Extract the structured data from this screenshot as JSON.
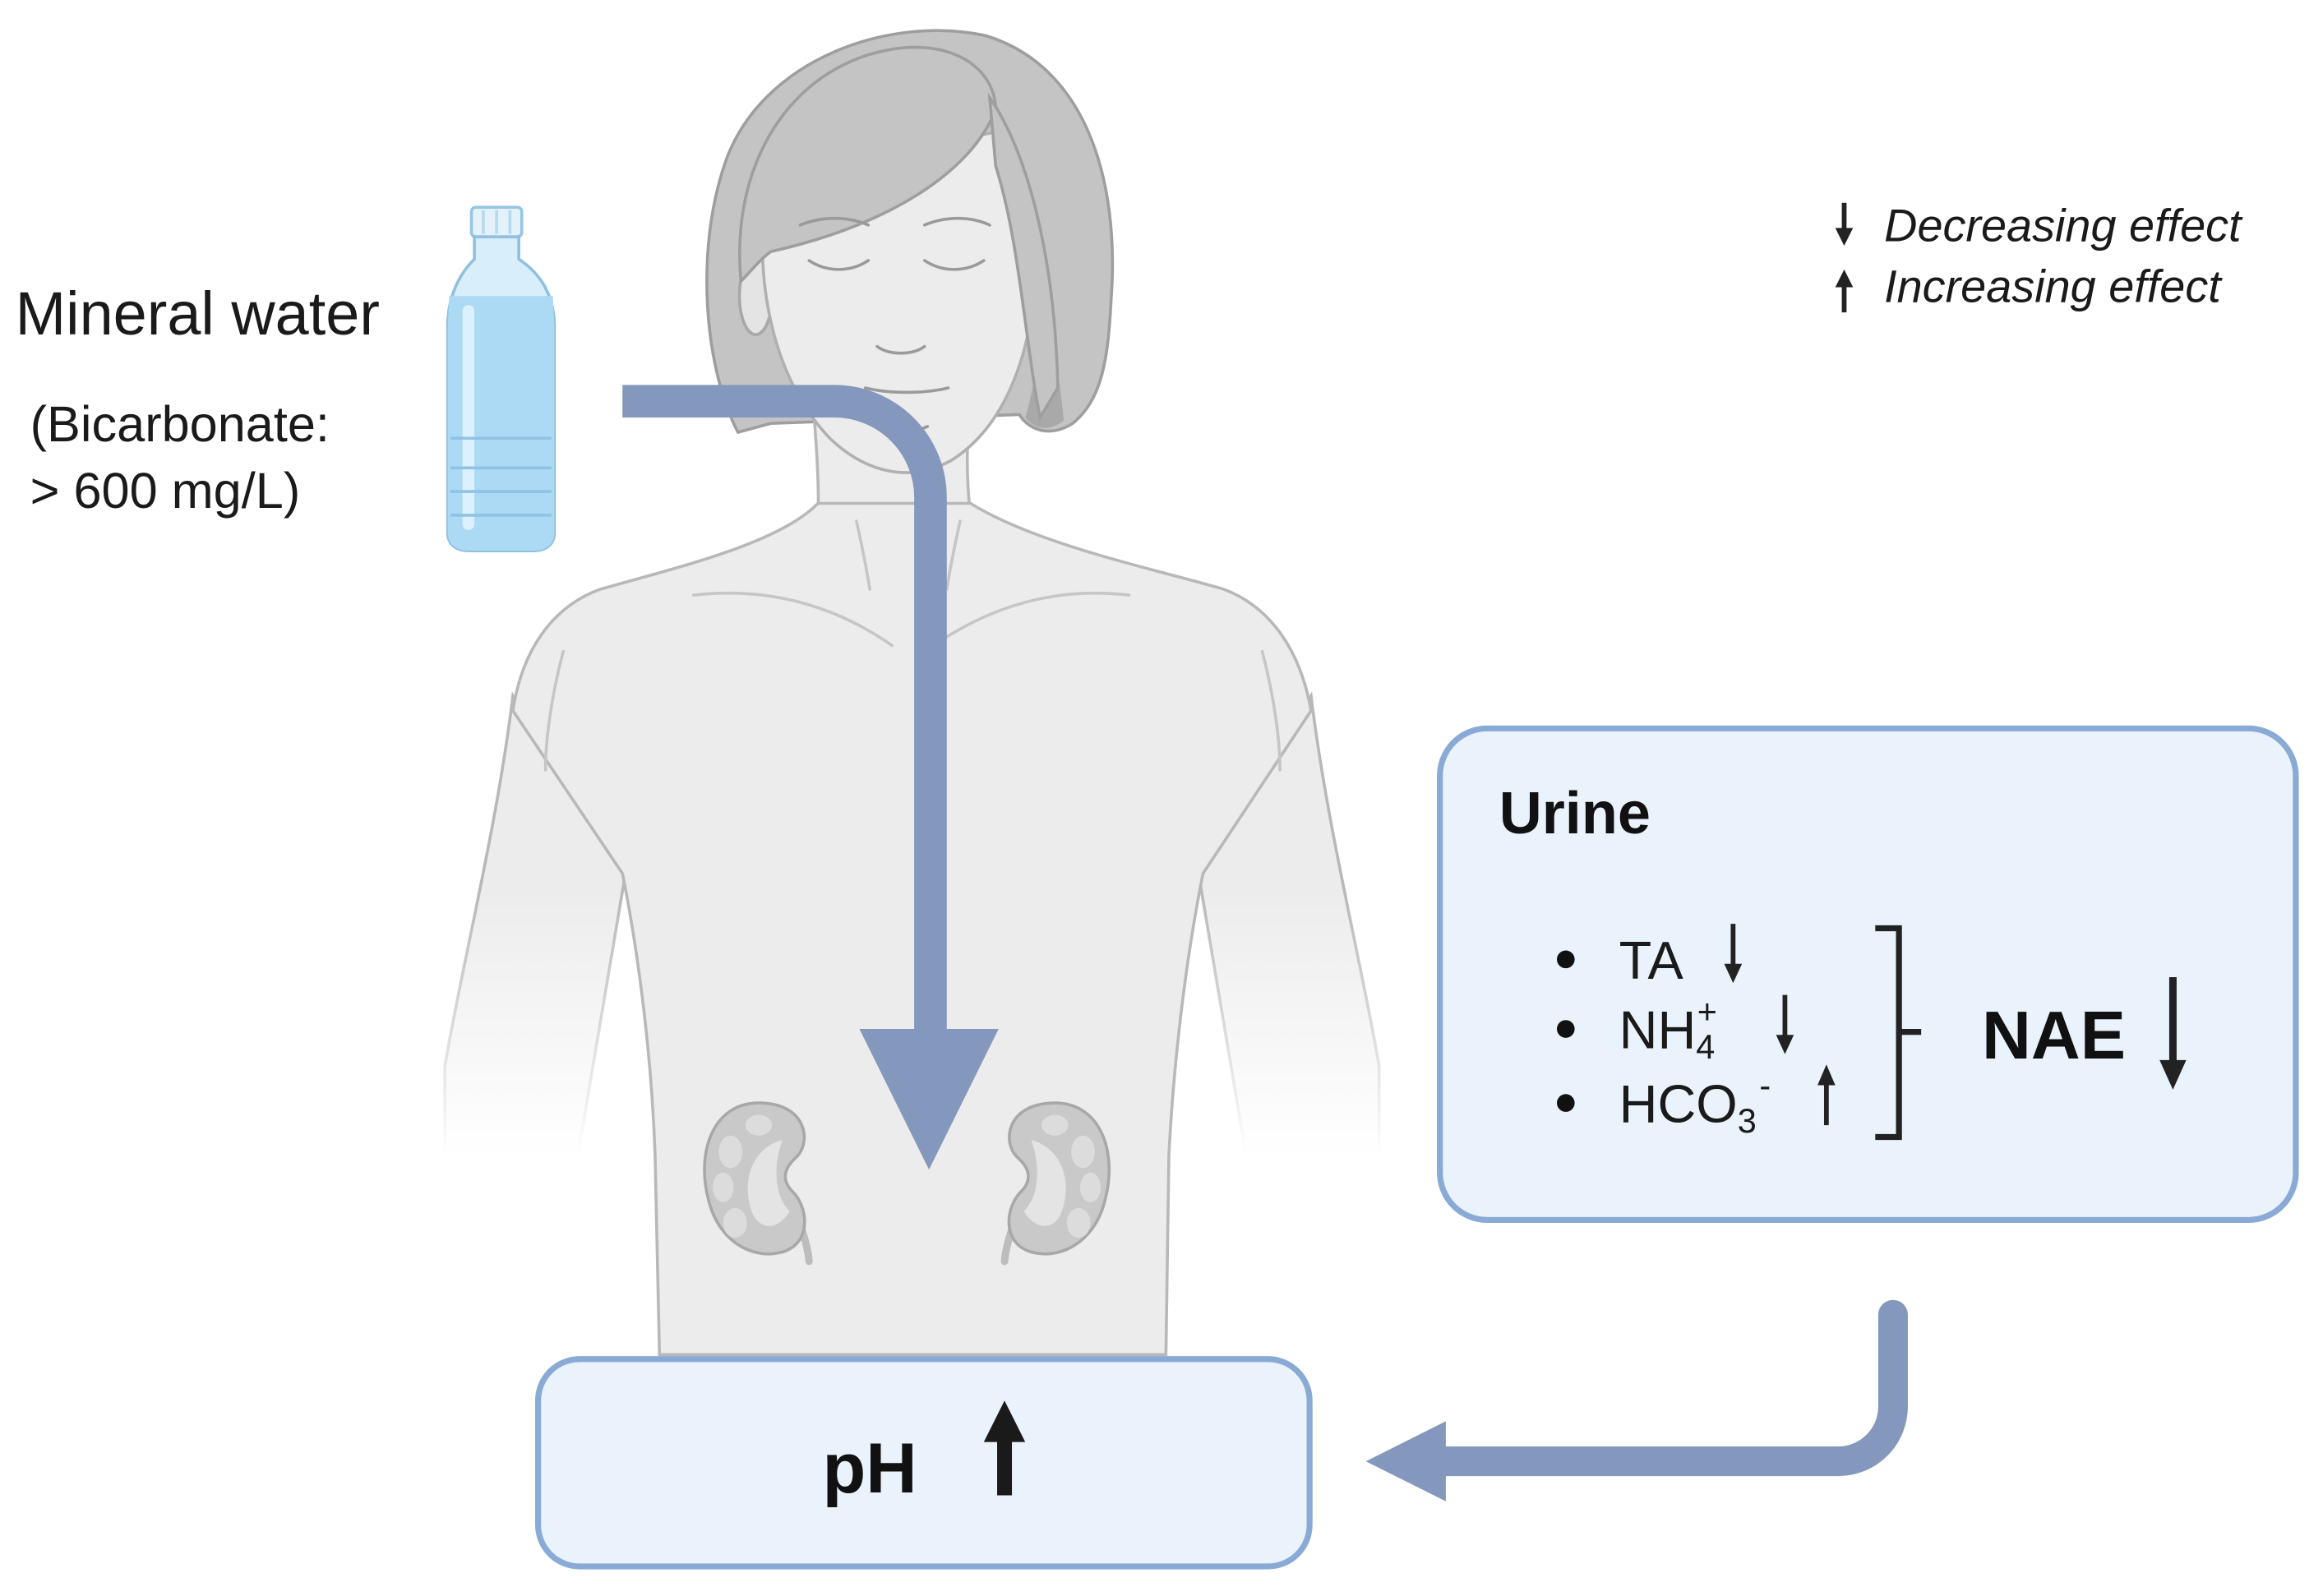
{
  "water": {
    "title": "Mineral water",
    "detail": [
      "(Bicarbonate:",
      "> 600 mg/L)"
    ]
  },
  "legend": {
    "items": [
      {
        "icon": "arrow-down-icon",
        "label": "Decreasing effect"
      },
      {
        "icon": "arrow-up-icon",
        "label": "Increasing effect"
      }
    ]
  },
  "urine": {
    "title": "Urine",
    "items": [
      {
        "name": "TA",
        "icon": "arrow-down-icon"
      },
      {
        "name": "NH",
        "sub": "4",
        "sup": "+",
        "icon": "arrow-down-icon"
      },
      {
        "name": "HCO",
        "sub": "3",
        "sup": "-",
        "icon": "arrow-up-icon"
      }
    ],
    "result": {
      "label": "NAE",
      "icon": "arrow-down-icon"
    }
  },
  "ph": {
    "label": "pH",
    "icon": "arrow-up-icon"
  },
  "colors": {
    "flow_arrow": "#8497bc",
    "box_fill": "#eaf2fc",
    "box_stroke": "#8aaad6",
    "body_fill": "#ececec",
    "body_stroke": "#b8b8b8",
    "hair": "#c4c4c4",
    "kidney": "#c9c9c9",
    "bottle_water": "#acd9f3",
    "text": "#1a1a1a"
  }
}
